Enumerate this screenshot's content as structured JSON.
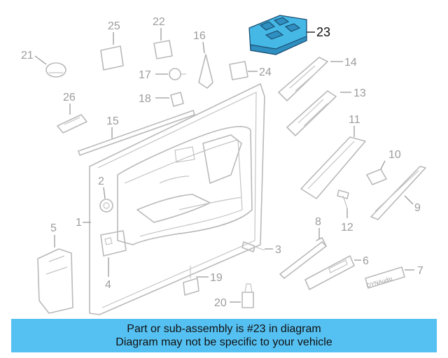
{
  "diagram": {
    "highlighted_part": "23",
    "callouts": [
      "1",
      "2",
      "3",
      "4",
      "5",
      "6",
      "7",
      "8",
      "9",
      "10",
      "11",
      "12",
      "13",
      "14",
      "15",
      "16",
      "17",
      "18",
      "19",
      "20",
      "21",
      "22",
      "23",
      "24",
      "25",
      "26"
    ],
    "highlight_color": "#45b8e6",
    "badge_lettering": "DYNAudio"
  },
  "banner": {
    "line1": "Part or sub-assembly is #23 in diagram",
    "line2": "Diagram may not be specific to your vehicle",
    "background": "#55c1f2"
  }
}
